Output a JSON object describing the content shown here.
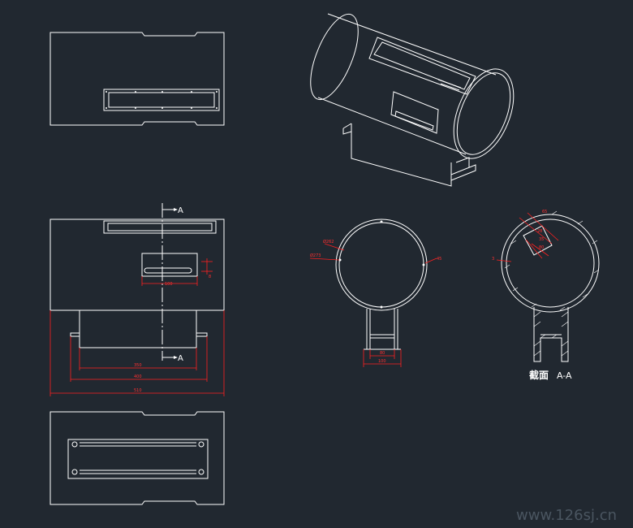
{
  "section_marks": {
    "top": "A",
    "bottom": "A"
  },
  "dimensions": {
    "front_slot": "100",
    "front_left": "350",
    "front_mid": "400",
    "front_overall": "510",
    "front_small_v": "8",
    "circle_d_outer": "Ø262",
    "circle_d_inner": "Ø273",
    "circle_right": "45",
    "stand_inner": "80",
    "stand_outer": "100",
    "sect_a": "65",
    "sect_b": "28",
    "sect_c": "35",
    "sect_d": "80",
    "sect_e": "3"
  },
  "section_label": {
    "cn": "截面",
    "ref": "A-A"
  },
  "watermark": "www.126sj.cn"
}
